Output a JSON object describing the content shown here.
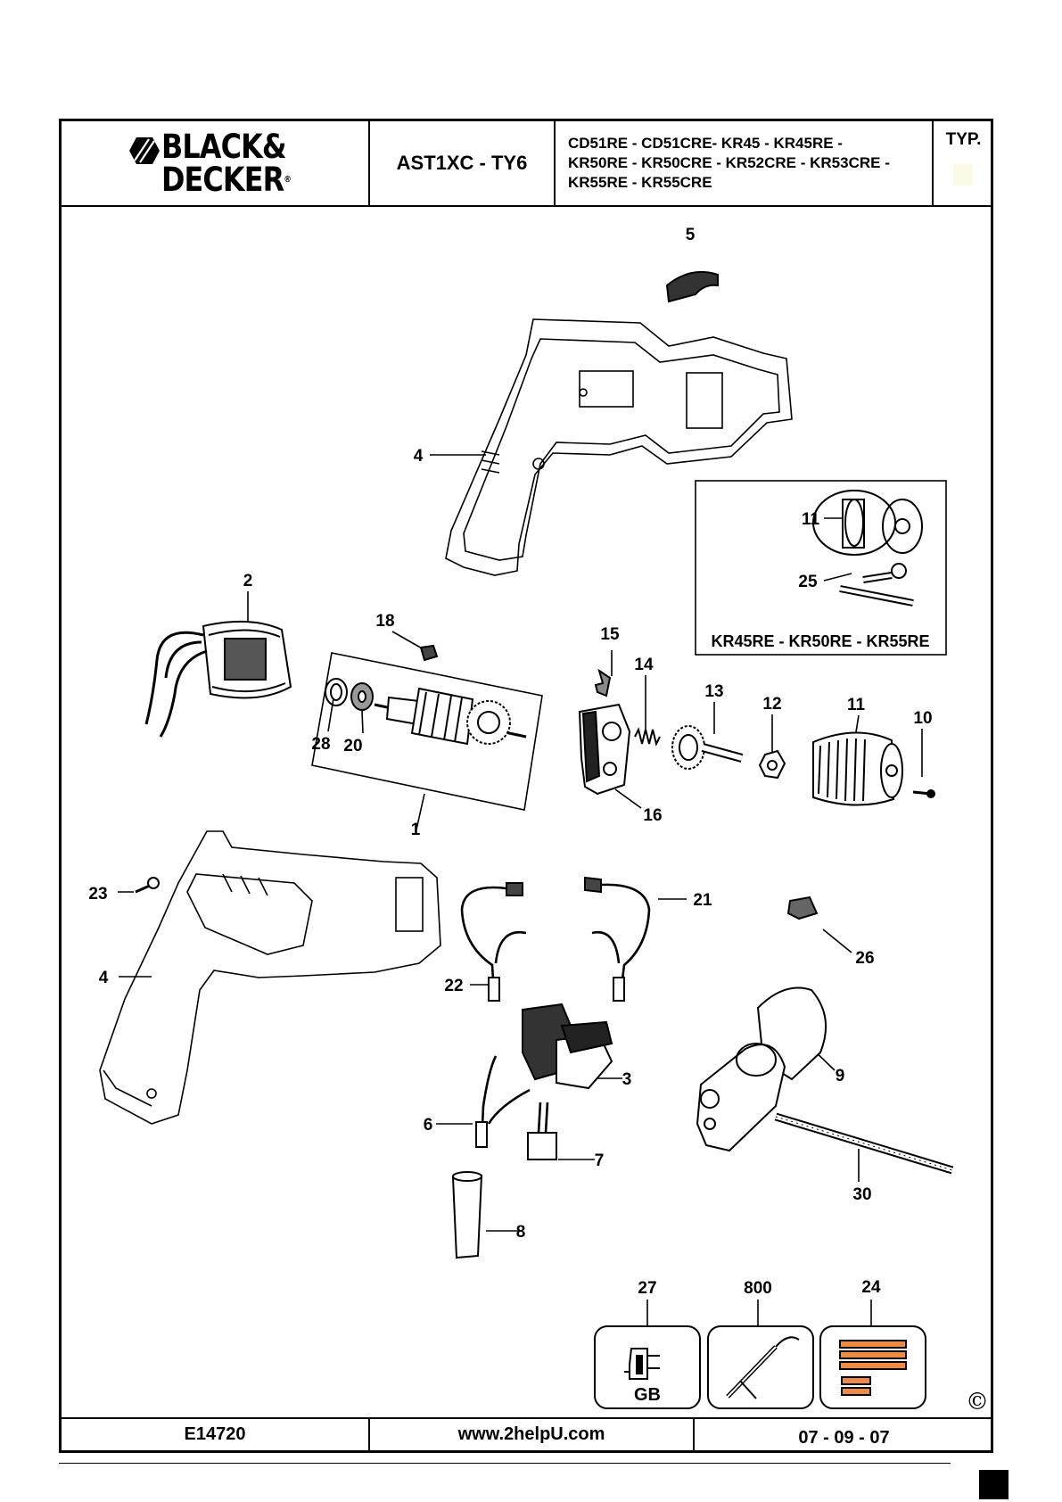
{
  "header": {
    "brand": {
      "line1": "BLACK&",
      "line2": "DECKER",
      "mark": "®"
    },
    "model": "AST1XC - TY6",
    "variants": [
      "CD51RE - CD51CRE- KR45 - KR45RE -",
      "KR50RE - KR50CRE - KR52CRE - KR53CRE -",
      "KR55RE - KR55CRE"
    ],
    "typ_label": "TYP."
  },
  "parts": [
    {
      "id": "p5",
      "label": "5"
    },
    {
      "id": "p4a",
      "label": "4"
    },
    {
      "id": "p11a",
      "label": "11"
    },
    {
      "id": "p25",
      "label": "25"
    },
    {
      "id": "p2",
      "label": "2"
    },
    {
      "id": "p18",
      "label": "18"
    },
    {
      "id": "p15",
      "label": "15"
    },
    {
      "id": "p14",
      "label": "14"
    },
    {
      "id": "p13",
      "label": "13"
    },
    {
      "id": "p12",
      "label": "12"
    },
    {
      "id": "p11b",
      "label": "11"
    },
    {
      "id": "p10",
      "label": "10"
    },
    {
      "id": "p28",
      "label": "28"
    },
    {
      "id": "p20",
      "label": "20"
    },
    {
      "id": "p16",
      "label": "16"
    },
    {
      "id": "p1",
      "label": "1"
    },
    {
      "id": "p23",
      "label": "23"
    },
    {
      "id": "p21",
      "label": "21"
    },
    {
      "id": "p26",
      "label": "26"
    },
    {
      "id": "p4b",
      "label": "4"
    },
    {
      "id": "p22",
      "label": "22"
    },
    {
      "id": "p3",
      "label": "3"
    },
    {
      "id": "p9",
      "label": "9"
    },
    {
      "id": "p6",
      "label": "6"
    },
    {
      "id": "p7",
      "label": "7"
    },
    {
      "id": "p30",
      "label": "30"
    },
    {
      "id": "p8",
      "label": "8"
    },
    {
      "id": "p27",
      "label": "27"
    },
    {
      "id": "p800",
      "label": "800"
    },
    {
      "id": "p24",
      "label": "24"
    }
  ],
  "inset_caption": "KR45RE - KR50RE - KR55RE",
  "plug_label": "GB",
  "copyright": "©",
  "footer": {
    "code": "E14720",
    "website": "www.2helpU.com",
    "date": "07 - 09 - 07"
  }
}
